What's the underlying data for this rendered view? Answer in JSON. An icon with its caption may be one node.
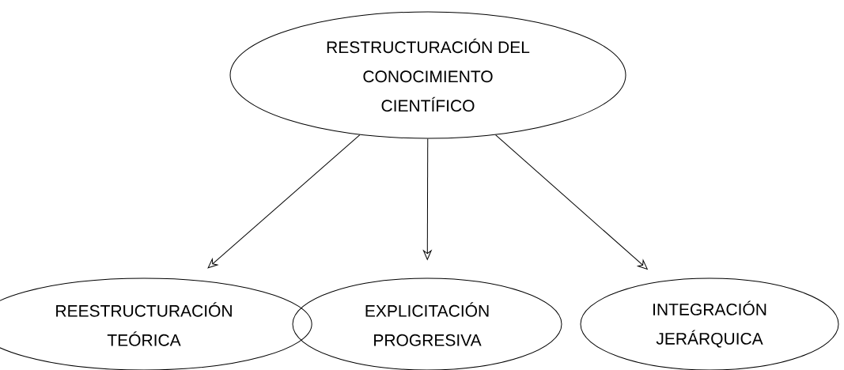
{
  "diagram": {
    "nodes": [
      {
        "text": [
          "RESTRUCTURACIÓN DEL CONOCIMIENTO CIENTÍFICO"
        ]
      },
      {
        "text": [
          "REESTRUCTURACIÓN TEÓRICA"
        ]
      },
      {
        "text": [
          "EXPLICITACIÓN PROGRESIVA"
        ]
      },
      {
        "text": [
          "INTEGRACIÓN JERÁRQUICA"
        ]
      }
    ],
    "edges": [
      {
        "from": 0,
        "to": 1,
        "arrow": "to"
      },
      {
        "from": 0,
        "to": 2,
        "arrow": "to"
      },
      {
        "from": 0,
        "to": 3,
        "arrow": "to"
      }
    ]
  }
}
